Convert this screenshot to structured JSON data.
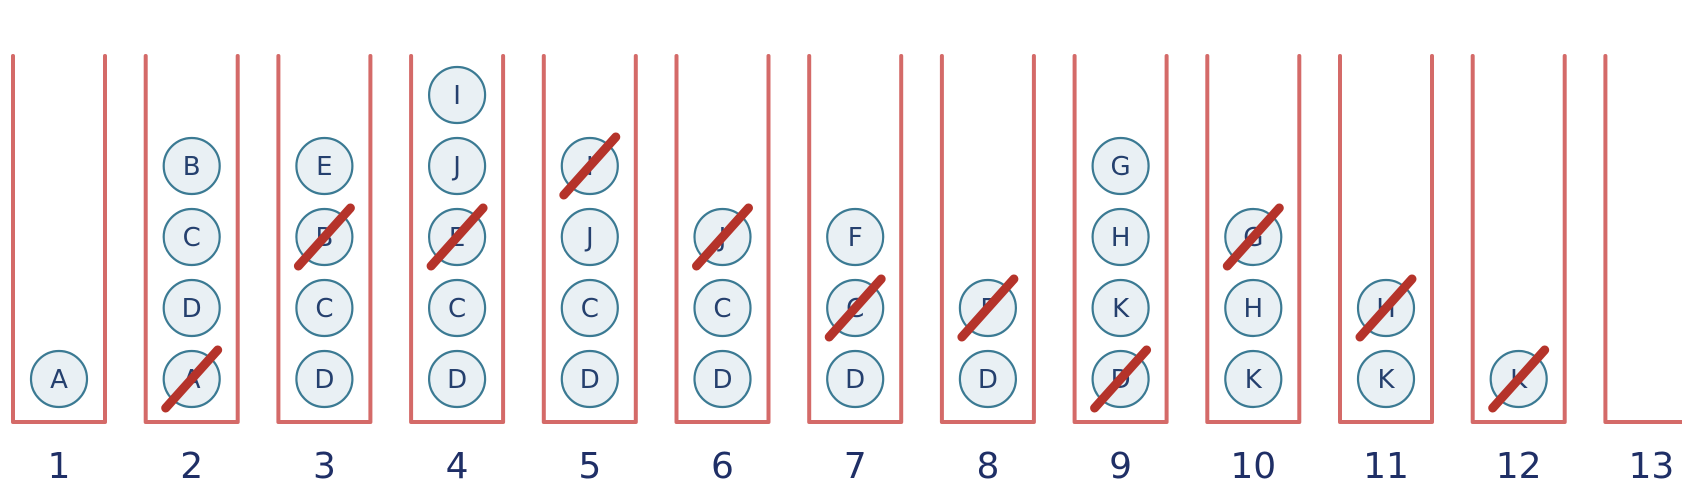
{
  "colors": {
    "container": "#d46a68",
    "node_fill": "#e9f0f4",
    "node_stroke": "#3b7a93",
    "node_text": "#25406e",
    "strike": "#b5332a",
    "step_label": "#1f2f66"
  },
  "steps": [
    {
      "label": "1",
      "stack": [
        {
          "letter": "A",
          "crossed": false
        }
      ]
    },
    {
      "label": "2",
      "stack": [
        {
          "letter": "A",
          "crossed": true
        },
        {
          "letter": "D",
          "crossed": false
        },
        {
          "letter": "C",
          "crossed": false
        },
        {
          "letter": "B",
          "crossed": false
        }
      ]
    },
    {
      "label": "3",
      "stack": [
        {
          "letter": "D",
          "crossed": false
        },
        {
          "letter": "C",
          "crossed": false
        },
        {
          "letter": "B",
          "crossed": true
        },
        {
          "letter": "E",
          "crossed": false
        }
      ]
    },
    {
      "label": "4",
      "stack": [
        {
          "letter": "D",
          "crossed": false
        },
        {
          "letter": "C",
          "crossed": false
        },
        {
          "letter": "E",
          "crossed": true
        },
        {
          "letter": "J",
          "crossed": false
        },
        {
          "letter": "I",
          "crossed": false
        }
      ]
    },
    {
      "label": "5",
      "stack": [
        {
          "letter": "D",
          "crossed": false
        },
        {
          "letter": "C",
          "crossed": false
        },
        {
          "letter": "J",
          "crossed": false
        },
        {
          "letter": "I",
          "crossed": true
        }
      ]
    },
    {
      "label": "6",
      "stack": [
        {
          "letter": "D",
          "crossed": false
        },
        {
          "letter": "C",
          "crossed": false
        },
        {
          "letter": "J",
          "crossed": true
        }
      ]
    },
    {
      "label": "7",
      "stack": [
        {
          "letter": "D",
          "crossed": false
        },
        {
          "letter": "C",
          "crossed": true
        },
        {
          "letter": "F",
          "crossed": false
        }
      ]
    },
    {
      "label": "8",
      "stack": [
        {
          "letter": "D",
          "crossed": false
        },
        {
          "letter": "F",
          "crossed": true
        }
      ]
    },
    {
      "label": "9",
      "stack": [
        {
          "letter": "D",
          "crossed": true
        },
        {
          "letter": "K",
          "crossed": false
        },
        {
          "letter": "H",
          "crossed": false
        },
        {
          "letter": "G",
          "crossed": false
        }
      ]
    },
    {
      "label": "10",
      "stack": [
        {
          "letter": "K",
          "crossed": false
        },
        {
          "letter": "H",
          "crossed": false
        },
        {
          "letter": "G",
          "crossed": true
        }
      ]
    },
    {
      "label": "11",
      "stack": [
        {
          "letter": "K",
          "crossed": false
        },
        {
          "letter": "H",
          "crossed": true
        }
      ]
    },
    {
      "label": "12",
      "stack": [
        {
          "letter": "K",
          "crossed": true
        }
      ]
    },
    {
      "label": "13",
      "stack": []
    }
  ]
}
